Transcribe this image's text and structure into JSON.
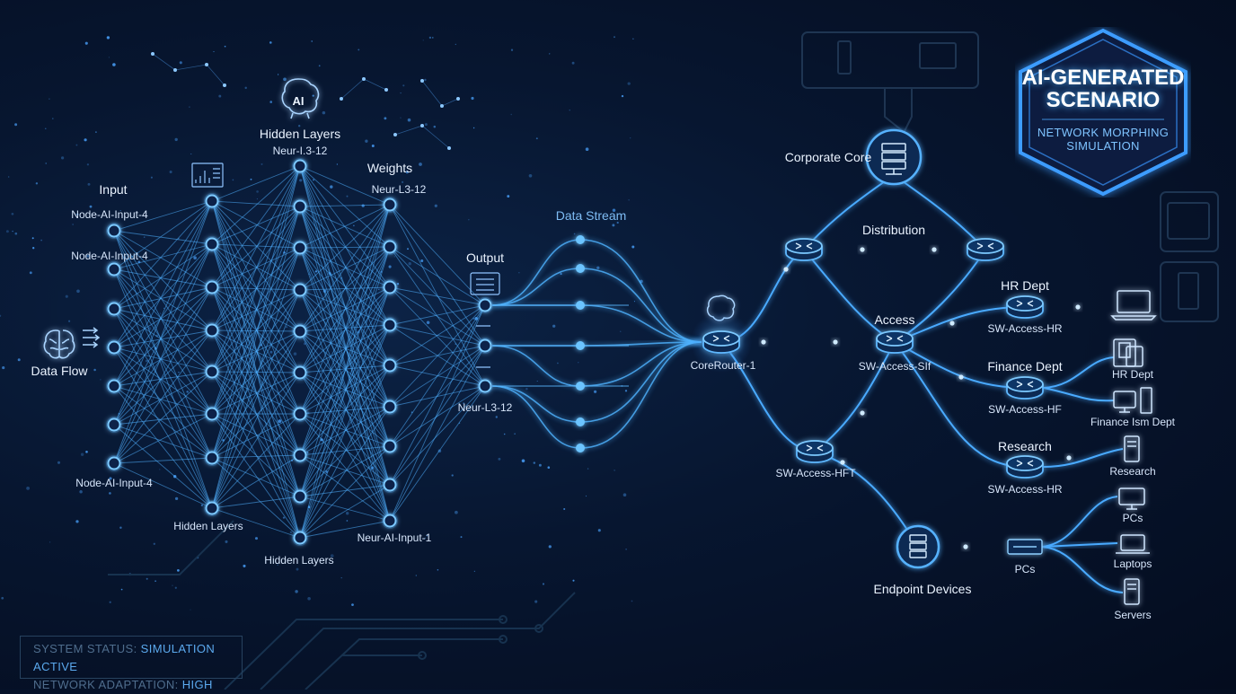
{
  "badge": {
    "title": "AI-GENERATED SCENARIO",
    "subtitle": "NETWORK MORPHING SIMULATION"
  },
  "status": {
    "line1_label": "SYSTEM STATUS:",
    "line1_value": "SIMULATION ACTIVE",
    "line2_label": "NETWORK ADAPTATION:",
    "line2_value": "HIGH"
  },
  "neural": {
    "input": "Input",
    "input_node_1": "Node-AI-Input-4",
    "input_node_2": "Node-AI-Input-4",
    "input_node_3": "Node-AI-Input-4",
    "data_flow": "Data Flow",
    "hidden_layers_top": "Hidden Layers",
    "hidden_layers_top_sub": "Neur-I.3-12",
    "weights": "Weights",
    "weights_sub": "Neur-L3-12",
    "hidden_layers_bottom_1": "Hidden Layers",
    "hidden_layers_bottom_2": "Hidden Layers",
    "neur_ai_input": "Neur-AI-Input-1",
    "output": "Output",
    "output_sub": "Neur-L3-12",
    "data_stream": "Data Stream",
    "ai_icon_text": "AI"
  },
  "network": {
    "core_router": "CoreRouter-1",
    "corporate_core": "Corporate Core",
    "distribution": "Distribution",
    "access": "Access",
    "sw_access_sif": "SW-Access-SIf",
    "sw_access_hft": "SW-Access-HFT",
    "hr_dept": "HR Dept",
    "sw_access_hr": "SW-Access-HR",
    "finance_dept": "Finance Dept",
    "sw_access_hf": "SW-Access-HF",
    "research": "Research",
    "sw_access_hr_2": "SW-Access-HR",
    "endpoint_devices": "Endpoint Devices",
    "pcs_hub": "PCs",
    "device_hr_dept": "HR Dept",
    "device_finance": "Finance Ism Dept",
    "device_research": "Research",
    "device_pcs": "PCs",
    "device_laptops": "Laptops",
    "device_servers": "Servers"
  }
}
